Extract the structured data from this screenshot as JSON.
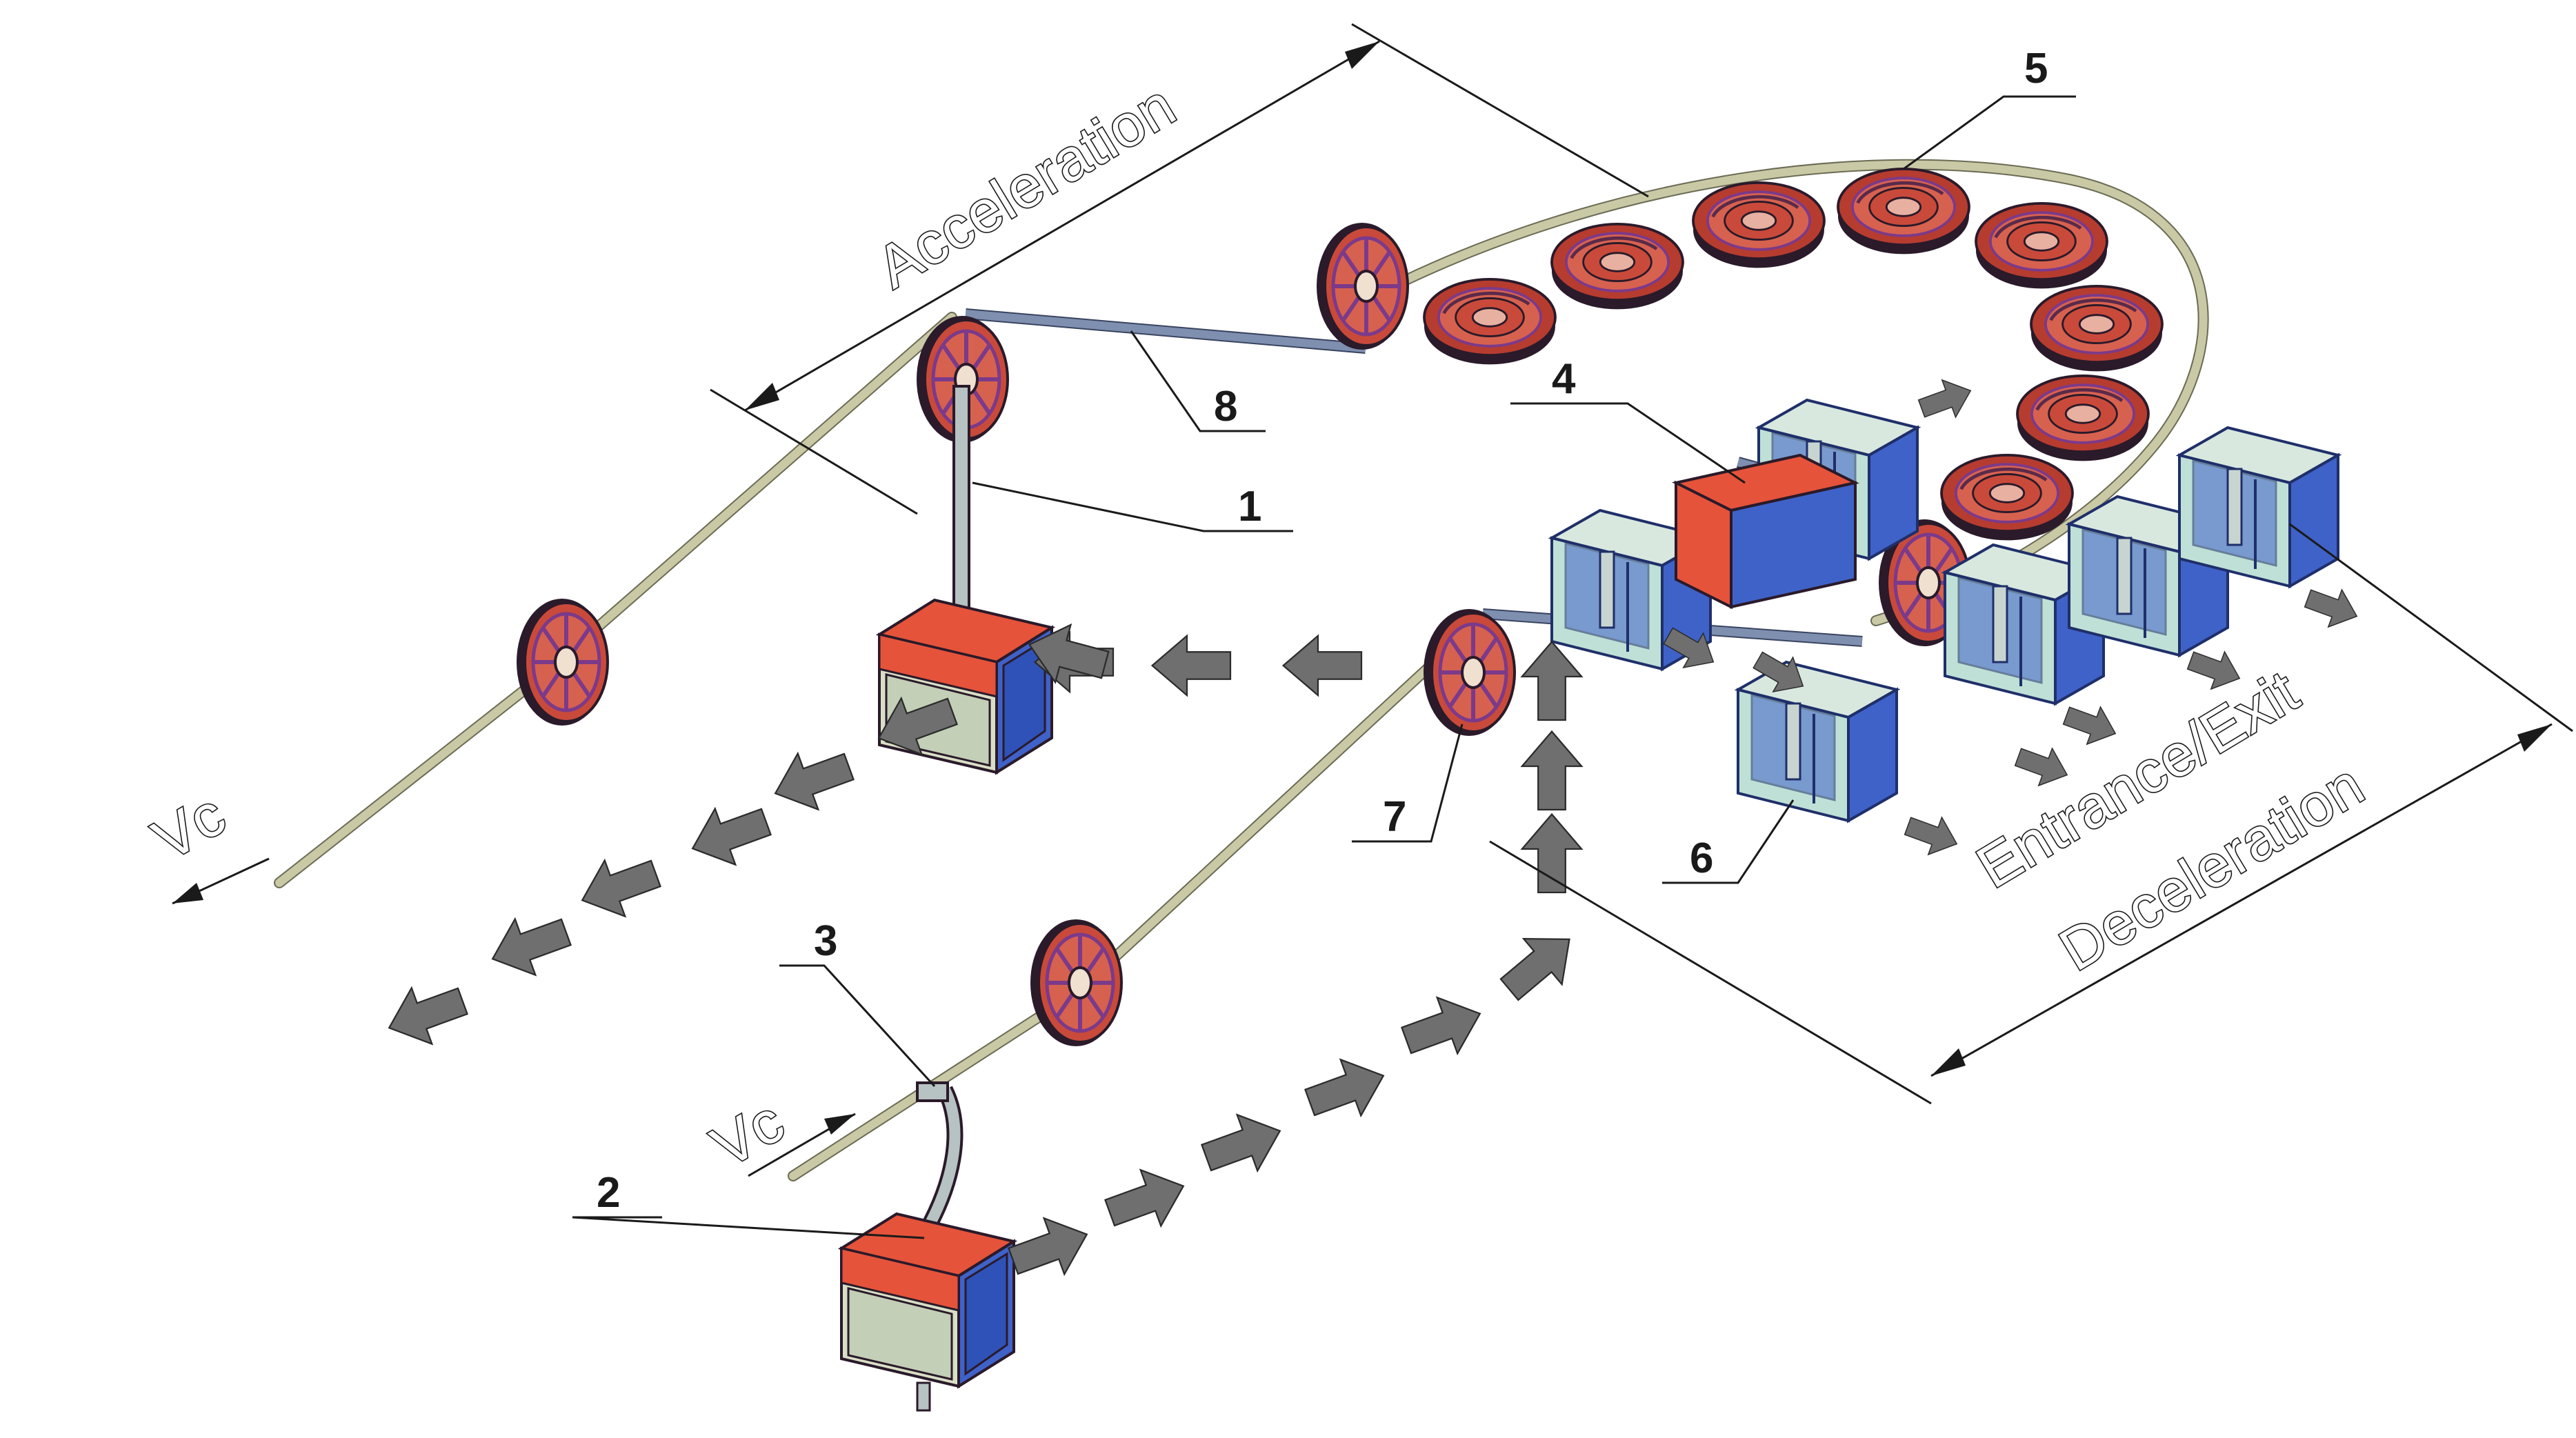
{
  "diagram": {
    "labels": {
      "acceleration": "Acceleration",
      "deceleration": "Deceleration",
      "entrance_exit": "Entrance/Exit",
      "vc_outgoing": "Vc",
      "vc_incoming": "Vc"
    },
    "callouts": [
      "1",
      "2",
      "3",
      "4",
      "5",
      "6",
      "7",
      "8"
    ],
    "icons": {
      "sheave": "pulley-wheel-icon",
      "cabin": "gondola-cabin-icon",
      "boarding_box": "boarding-gate-icon",
      "arrow": "flow-arrow-icon"
    },
    "colors": {
      "background": "#ffffff",
      "sheave_rim": "#2a1a2a",
      "sheave_body": "#c94a3a",
      "sheave_spoke": "#7b3a8a",
      "cabin_top": "#e5533a",
      "cabin_side": "#3f62c8",
      "cabin_front": "#d9dfc6",
      "gate_frame": "#3f62c8",
      "gate_panel": "#bfe0d6",
      "cable": "#c9c9a6",
      "belt": "#7e8fb0",
      "arrow_fill": "#6f6f6f"
    }
  }
}
